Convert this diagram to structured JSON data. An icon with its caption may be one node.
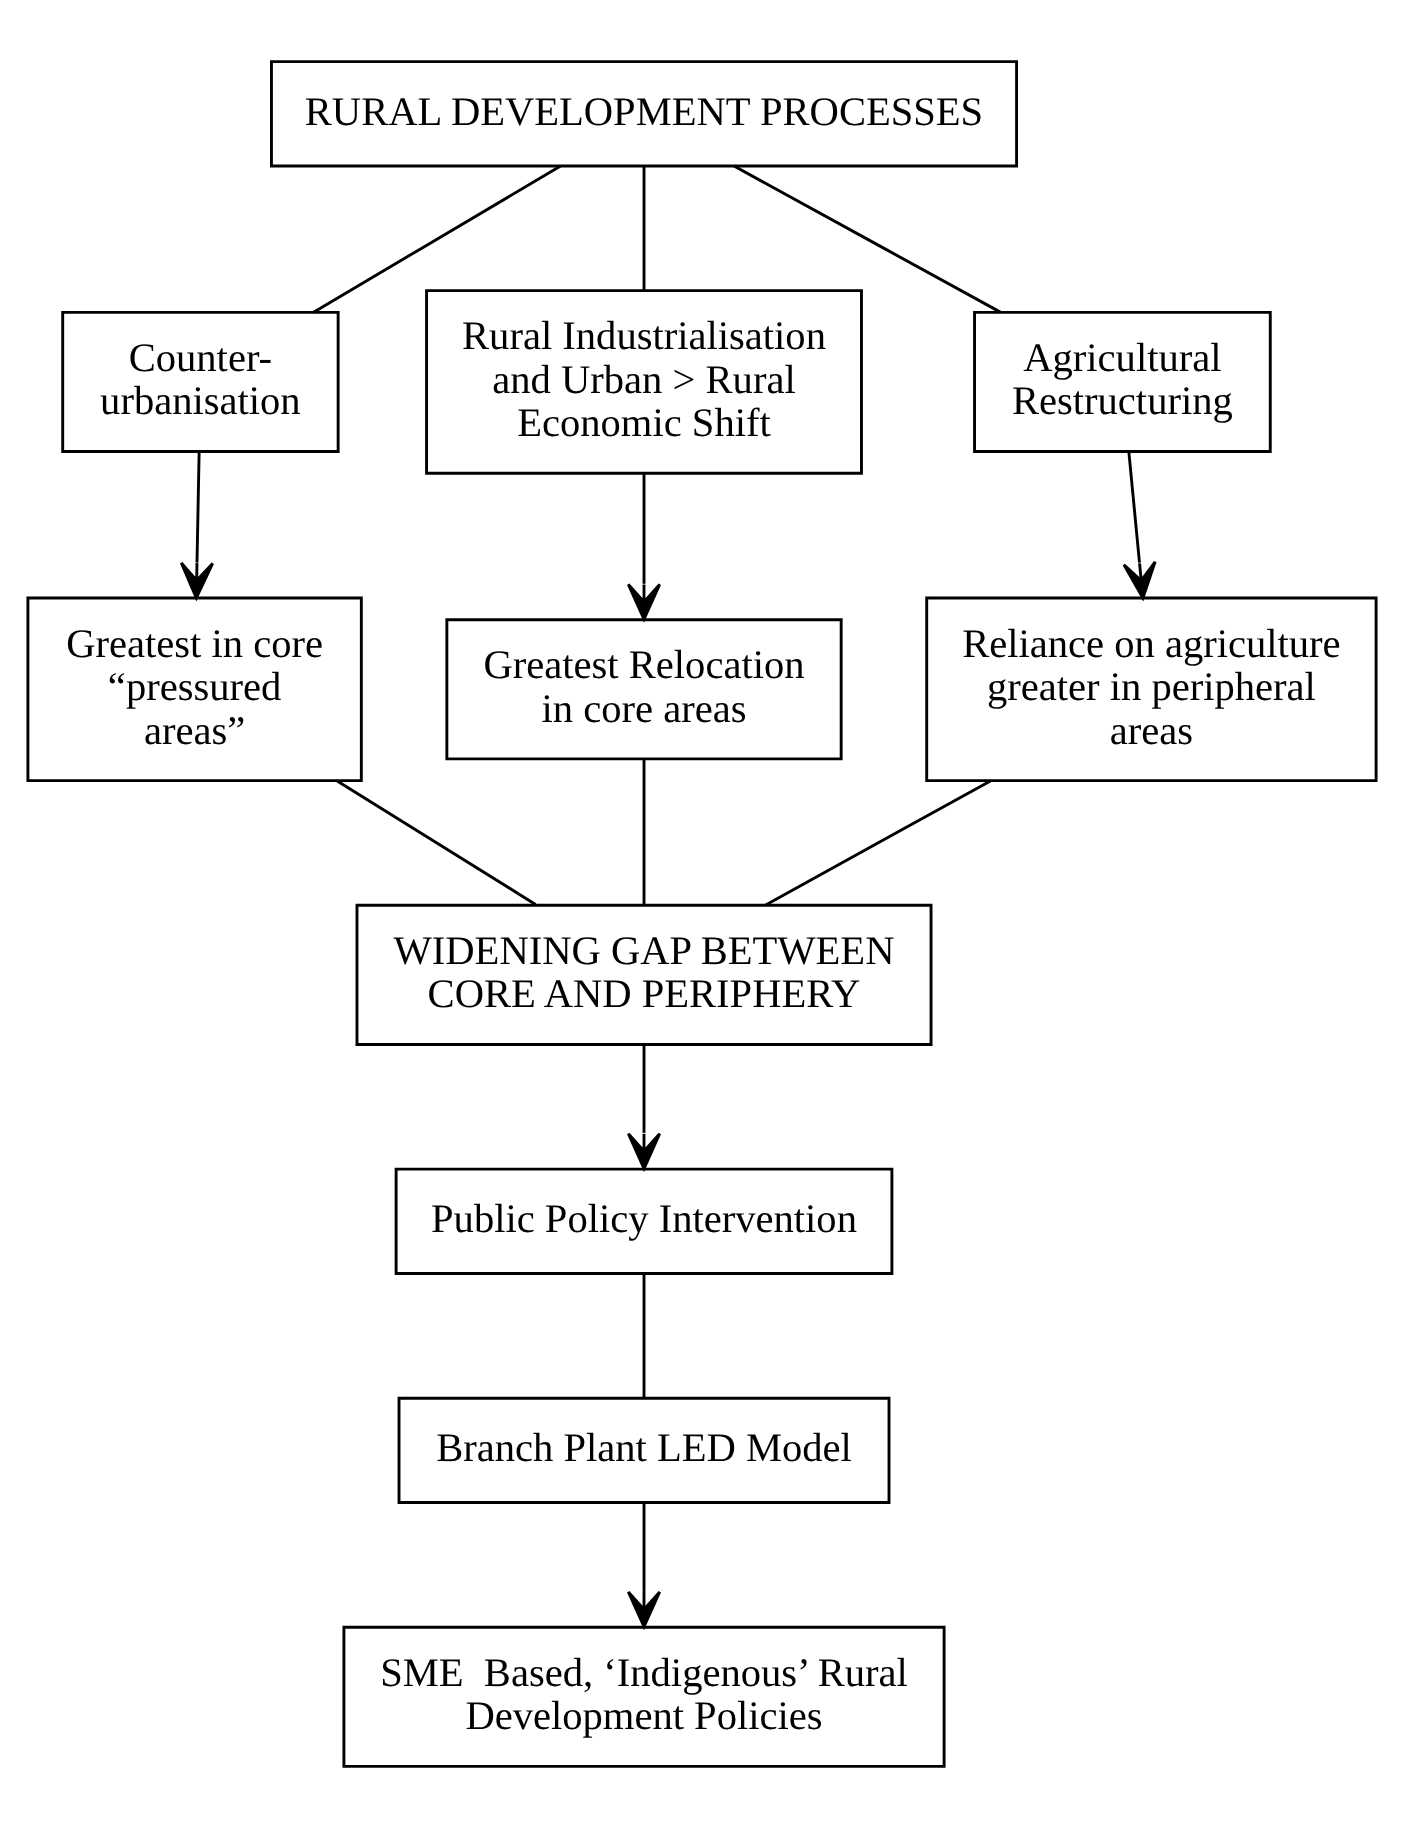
{
  "diagram": {
    "nodes": [
      {
        "text": [
          "RURAL DEVELOPMENT PROCESSES"
        ]
      },
      {
        "text": [
          "Counter- urbanisation"
        ]
      },
      {
        "text": [
          "Rural Industrialisation and Urban > Rural Economic Shift"
        ]
      },
      {
        "text": [
          "Agricultural Restructuring"
        ]
      },
      {
        "text": [
          "Greatest in core “pressured areas”"
        ]
      },
      {
        "text": [
          "Greatest Relocation in core areas"
        ]
      },
      {
        "text": [
          "Reliance on agriculture greater in peripheral areas"
        ]
      },
      {
        "text": [
          "WIDENING GAP BETWEEN CORE AND PERIPHERY"
        ]
      },
      {
        "text": [
          "Public Policy Intervention"
        ]
      },
      {
        "text": [
          "Branch Plant LED Model"
        ]
      },
      {
        "text": [
          "SME  Based, ‘Indigenous’ Rural Development Policies"
        ]
      }
    ],
    "edges": [
      {
        "from": 0,
        "to": 1,
        "arrow": "none"
      },
      {
        "from": 0,
        "to": 2,
        "arrow": "none"
      },
      {
        "from": 0,
        "to": 3,
        "arrow": "none"
      },
      {
        "from": 1,
        "to": 4,
        "arrow": "to"
      },
      {
        "from": 2,
        "to": 5,
        "arrow": "to"
      },
      {
        "from": 3,
        "to": 6,
        "arrow": "to"
      },
      {
        "from": 4,
        "to": 7,
        "arrow": "none"
      },
      {
        "from": 5,
        "to": 7,
        "arrow": "none"
      },
      {
        "from": 6,
        "to": 7,
        "arrow": "none"
      },
      {
        "from": 7,
        "to": 8,
        "arrow": "to"
      },
      {
        "from": 8,
        "to": 9,
        "arrow": "none"
      },
      {
        "from": 9,
        "to": 10,
        "arrow": "to"
      }
    ]
  }
}
